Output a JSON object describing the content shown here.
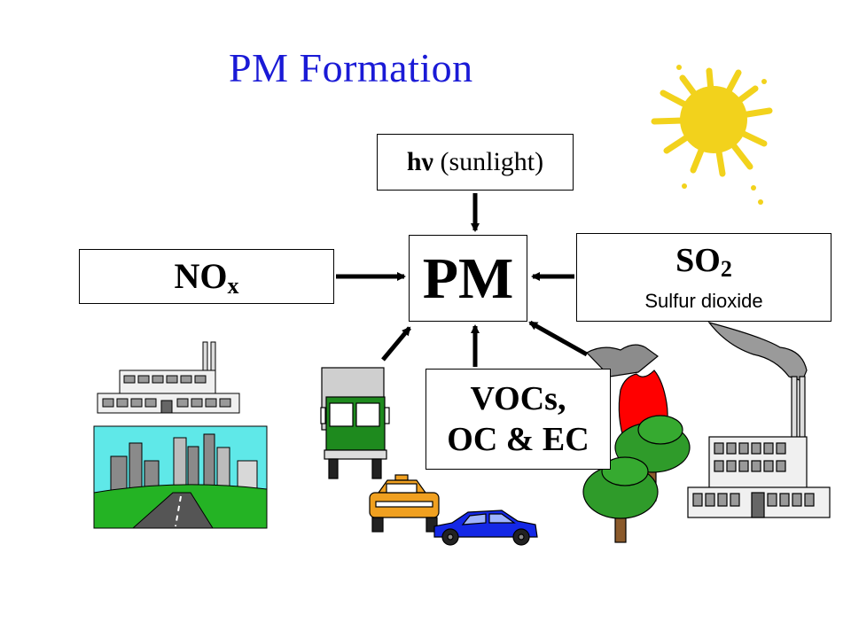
{
  "title": "PM Formation",
  "sunlight": {
    "symbol": "hν",
    "label": "(sunlight)"
  },
  "nox": {
    "main": "NO",
    "sub": "x"
  },
  "pm": "PM",
  "so2": {
    "main": "SO",
    "sub": "2",
    "name": "Sulfur dioxide"
  },
  "vocs": {
    "line1": "VOCs,",
    "line2": "OC & EC"
  },
  "clipart": [
    "sun-icon",
    "factory-icon",
    "city-icon",
    "truck-icon",
    "taxi-icon",
    "car-icon",
    "wildfire-icon",
    "trees-icon",
    "smokestack-factory-icon"
  ],
  "colors": {
    "title": "#1a1ad6",
    "sun": "#f2d21c",
    "fire": "#ff0000",
    "tree": "#2f9b2a",
    "truck": "#1e8a1e",
    "taxi": "#f0a020",
    "car": "#1428e6"
  }
}
